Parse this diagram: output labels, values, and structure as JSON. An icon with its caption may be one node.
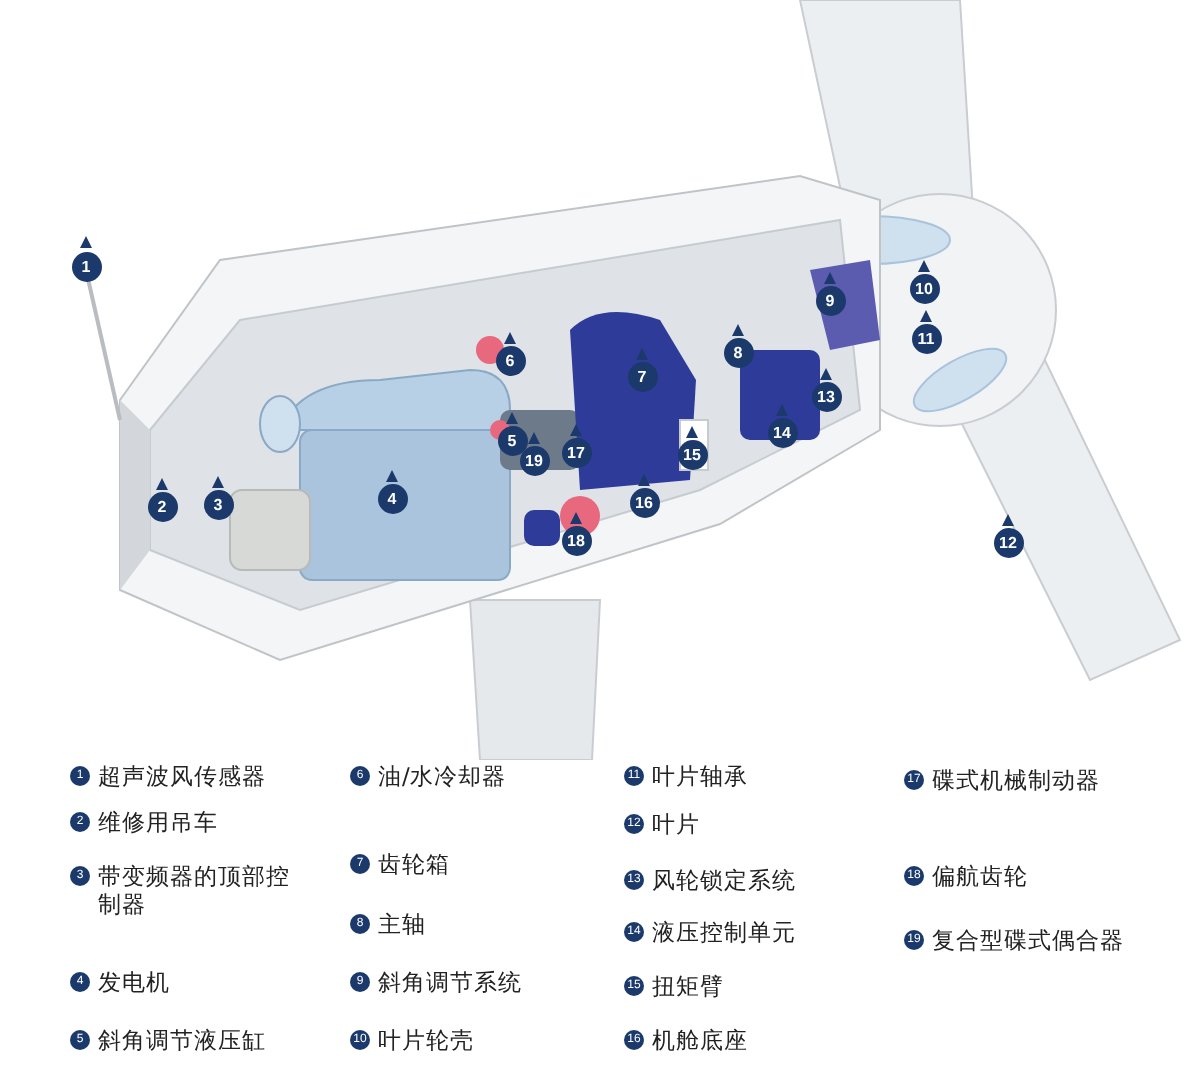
{
  "diagram": {
    "labels": [
      "1",
      "2",
      "3",
      "4",
      "5",
      "6",
      "7",
      "8",
      "9",
      "10",
      "11",
      "12",
      "13",
      "14",
      "15",
      "16",
      "17",
      "18",
      "19",
      "1",
      "2",
      "3",
      "4",
      "5",
      "6",
      "7",
      "8",
      "9",
      "10",
      "11",
      "12",
      "13",
      "14",
      "15",
      "16",
      "17",
      "18",
      "19"
    ],
    "legend": [
      {
        "text": "超声波风传感器"
      },
      {
        "text": "维修用吊车"
      },
      {
        "text": "带变频器的顶部控制器"
      },
      {
        "text": "发电机"
      },
      {
        "text": "斜角调节液压缸"
      },
      {
        "text": "油/水冷却器"
      },
      {
        "text": "齿轮箱"
      },
      {
        "text": "主轴"
      },
      {
        "text": "斜角调节系统"
      },
      {
        "text": "叶片轮壳"
      },
      {
        "text": "叶片轴承"
      },
      {
        "text": "叶片"
      },
      {
        "text": "风轮锁定系统"
      },
      {
        "text": "液压控制单元"
      },
      {
        "text": "扭矩臂"
      },
      {
        "text": "机舱底座"
      },
      {
        "text": "碟式机械制动器"
      },
      {
        "text": "偏航齿轮"
      },
      {
        "text": "复合型碟式偶合器"
      }
    ]
  }
}
